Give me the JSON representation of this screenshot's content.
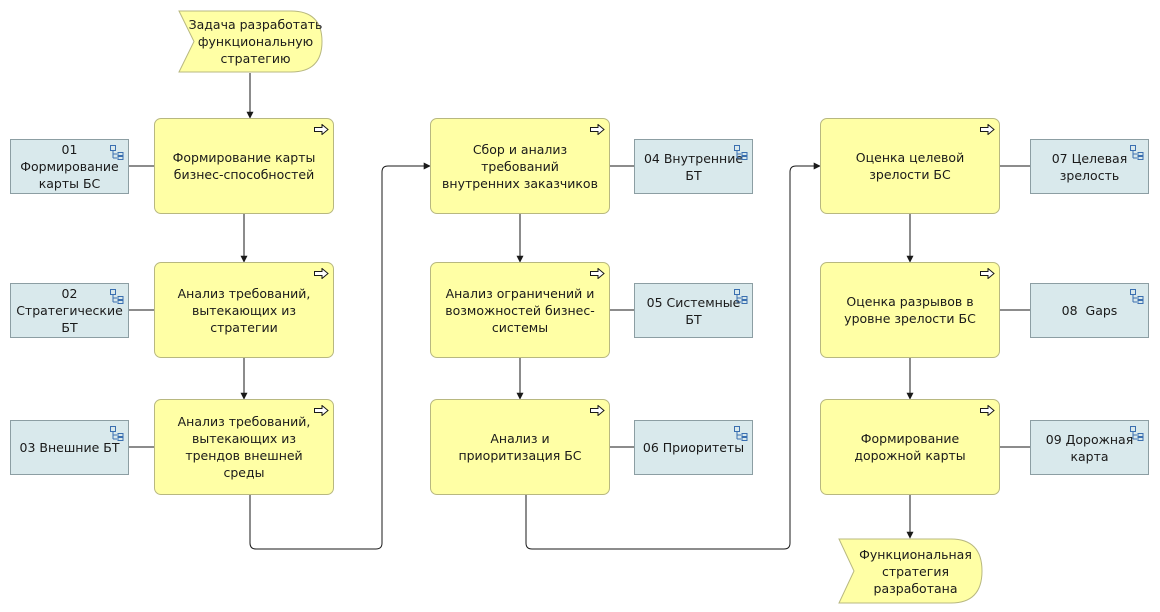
{
  "events": {
    "start": "Задача разработать функциональную стратегию",
    "end": "Функциональная стратегия разработана"
  },
  "processes": [
    "Формирование карты бизнес-способностей",
    "Анализ требований, вытекающих из стратегии",
    "Анализ требований, вытекающих из трендов внешней среды",
    "Сбор и анализ требований внутренних заказчиков",
    "Анализ ограничений и возможностей бизнес-системы",
    "Анализ и приоритизация БС",
    "Оценка целевой зрелости БС",
    "Оценка разрывов  в уровне зрелости БС",
    "Формирование дорожной карты"
  ],
  "data_objects": [
    "01 Формирование карты БС",
    "02 Стратегические БТ",
    "03 Внешние БТ",
    "04 Внутренние БТ",
    "05 Системные БТ",
    "06 Приоритеты",
    "07 Целевая зрелость",
    "08  Gaps",
    "09 Дорожная карта"
  ],
  "icons": {
    "process": "sub-process-arrow-icon",
    "data": "data-object-list-icon"
  },
  "colors": {
    "process_fill": "#ffffa5",
    "data_fill": "#d9e9ec",
    "line": "#1a1a1a"
  }
}
